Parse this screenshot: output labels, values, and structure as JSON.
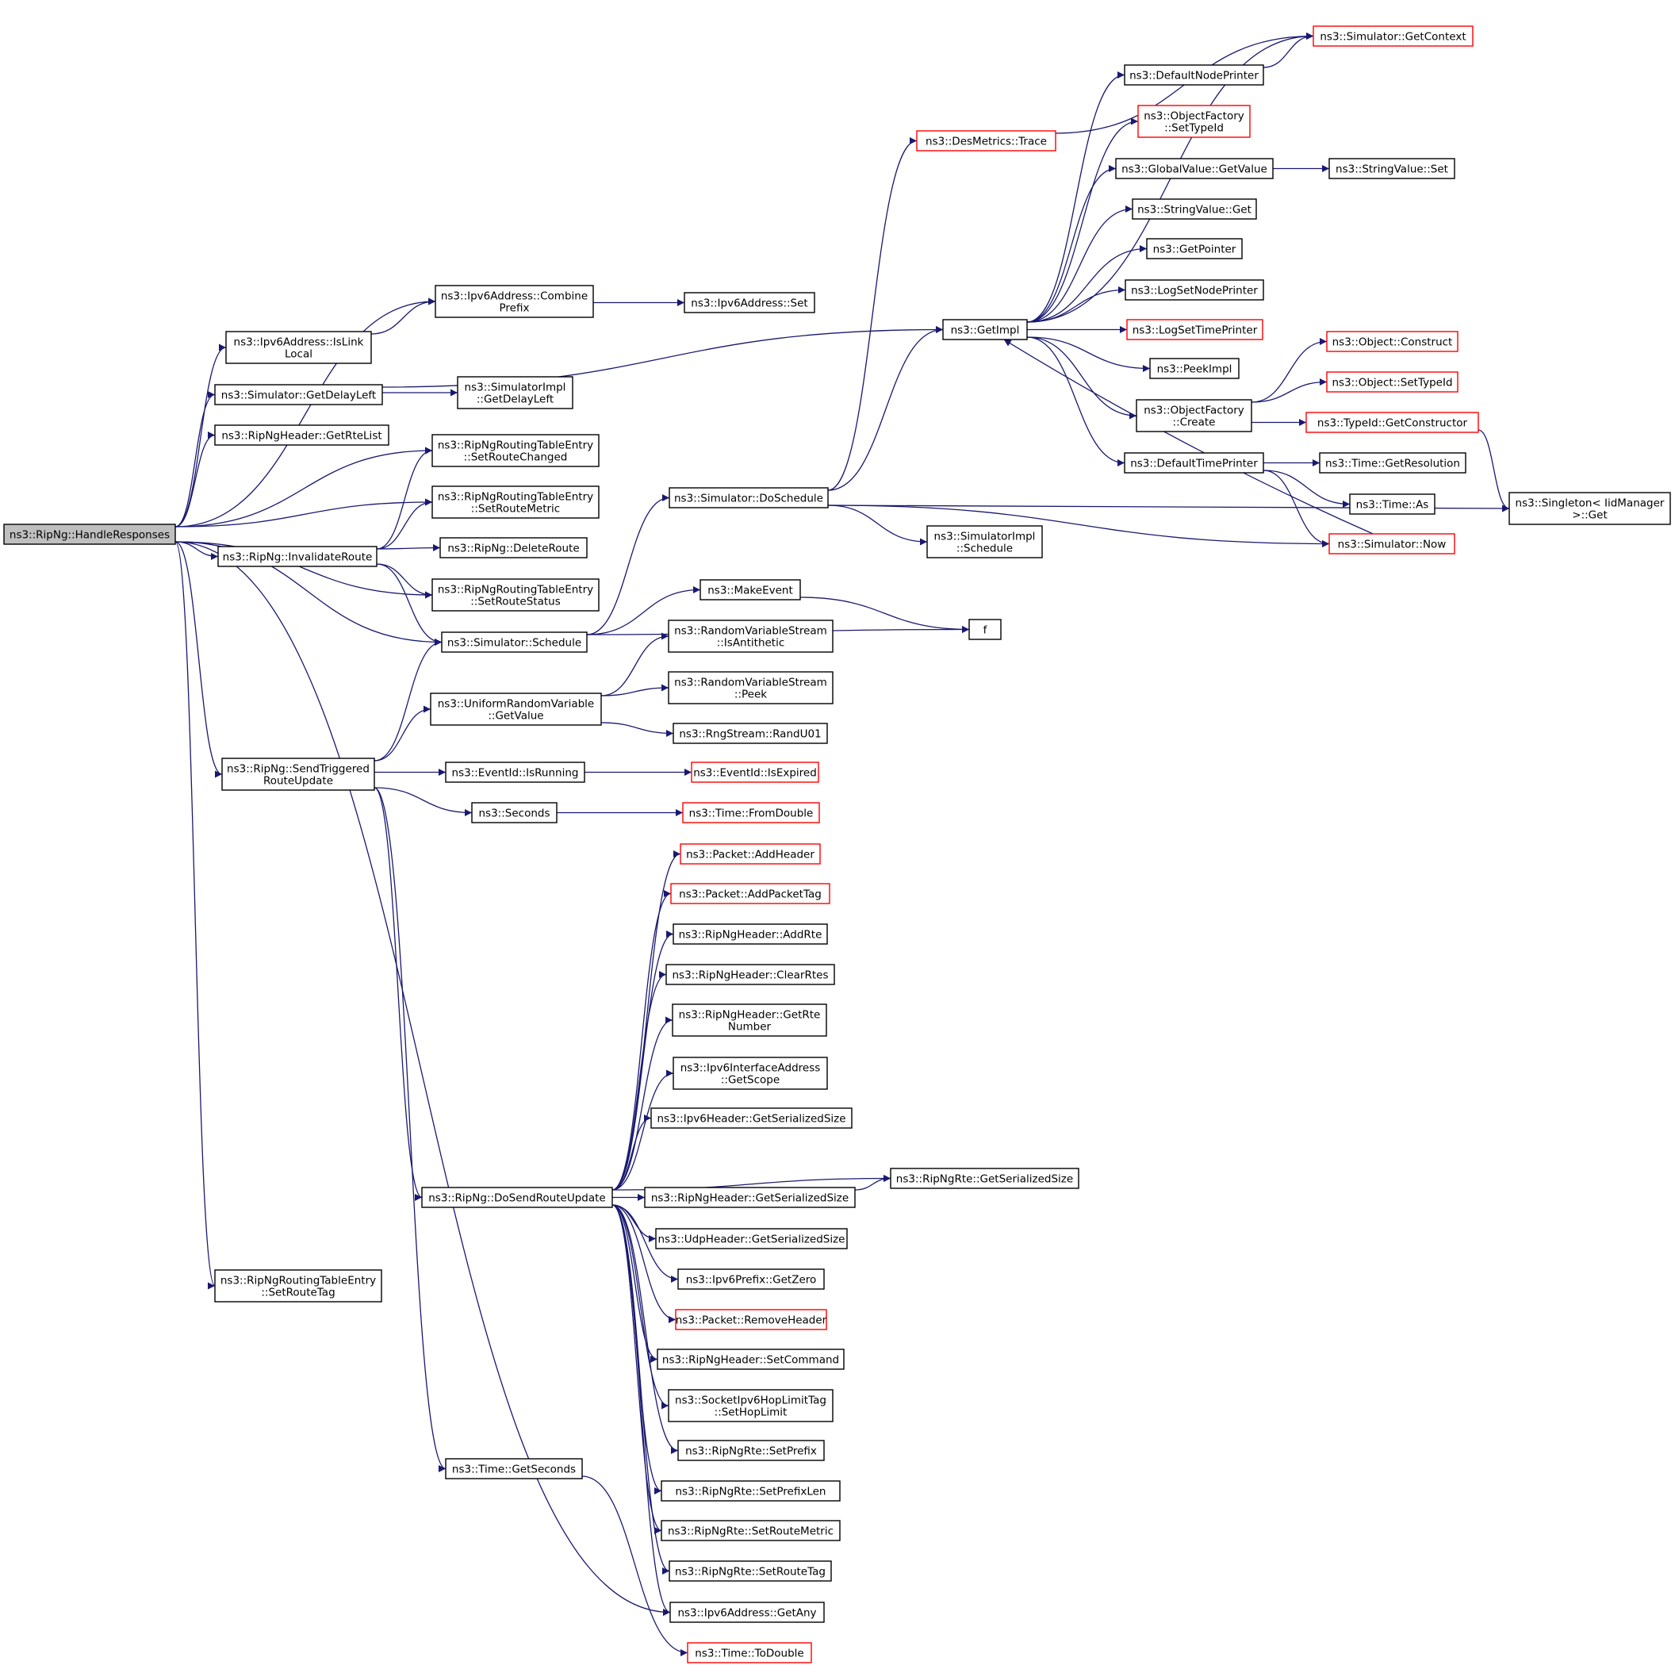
{
  "colors": {
    "edge": "#191970",
    "node_border": "#000000",
    "node_truncated_border": "#ff0000",
    "root_fill": "#bfbfbf",
    "node_fill": "#ffffff"
  },
  "nodes": [
    {
      "id": "root",
      "lines": [
        "ns3::RipNg::HandleResponses"
      ],
      "root": true
    },
    {
      "id": "combine",
      "lines": [
        "ns3::Ipv6Address::Combine",
        "Prefix"
      ]
    },
    {
      "id": "islinklocal",
      "lines": [
        "ns3::Ipv6Address::IsLink",
        "Local"
      ]
    },
    {
      "id": "getdelayleft",
      "lines": [
        "ns3::Simulator::GetDelayLeft"
      ]
    },
    {
      "id": "getrtelist",
      "lines": [
        "ns3::RipNgHeader::GetRteList"
      ]
    },
    {
      "id": "setroutechanged",
      "lines": [
        "ns3::RipNgRoutingTableEntry",
        "::SetRouteChanged"
      ]
    },
    {
      "id": "setroutemetric",
      "lines": [
        "ns3::RipNgRoutingTableEntry",
        "::SetRouteMetric"
      ]
    },
    {
      "id": "invalidateroute",
      "lines": [
        "ns3::RipNg::InvalidateRoute"
      ]
    },
    {
      "id": "deleteroute",
      "lines": [
        "ns3::RipNg::DeleteRoute"
      ]
    },
    {
      "id": "setroutestatus",
      "lines": [
        "ns3::RipNgRoutingTableEntry",
        "::SetRouteStatus"
      ]
    },
    {
      "id": "schedule",
      "lines": [
        "ns3::Simulator::Schedule"
      ]
    },
    {
      "id": "sendtriggered",
      "lines": [
        "ns3::RipNg::SendTriggered",
        "RouteUpdate"
      ]
    },
    {
      "id": "setroutetag_entry",
      "lines": [
        "ns3::RipNgRoutingTableEntry",
        "::SetRouteTag"
      ]
    },
    {
      "id": "ipv6set",
      "lines": [
        "ns3::Ipv6Address::Set"
      ]
    },
    {
      "id": "implgetdelayleft",
      "lines": [
        "ns3::SimulatorImpl",
        "::GetDelayLeft"
      ]
    },
    {
      "id": "getimpl",
      "lines": [
        "ns3::GetImpl"
      ]
    },
    {
      "id": "doschedule",
      "lines": [
        "ns3::Simulator::DoSchedule"
      ]
    },
    {
      "id": "makeevent",
      "lines": [
        "ns3::MakeEvent"
      ]
    },
    {
      "id": "isantithetic",
      "lines": [
        "ns3::RandomVariableStream",
        "::IsAntithetic"
      ]
    },
    {
      "id": "uniformgetvalue",
      "lines": [
        "ns3::UniformRandomVariable",
        "::GetValue"
      ]
    },
    {
      "id": "peek",
      "lines": [
        "ns3::RandomVariableStream",
        "::Peek"
      ]
    },
    {
      "id": "randu01",
      "lines": [
        "ns3::RngStream::RandU01"
      ]
    },
    {
      "id": "isrunning",
      "lines": [
        "ns3::EventId::IsRunning"
      ]
    },
    {
      "id": "isexpired",
      "lines": [
        "ns3::EventId::IsExpired"
      ],
      "truncated": true
    },
    {
      "id": "seconds",
      "lines": [
        "ns3::Seconds"
      ]
    },
    {
      "id": "fromdouble",
      "lines": [
        "ns3::Time::FromDouble"
      ],
      "truncated": true
    },
    {
      "id": "desmetrics",
      "lines": [
        "ns3::DesMetrics::Trace"
      ],
      "truncated": true
    },
    {
      "id": "getcontext",
      "lines": [
        "ns3::Simulator::GetContext"
      ],
      "truncated": true
    },
    {
      "id": "defaultnodeprinter",
      "lines": [
        "ns3::DefaultNodePrinter"
      ]
    },
    {
      "id": "ofsettypeid",
      "lines": [
        "ns3::ObjectFactory",
        "::SetTypeId"
      ],
      "truncated": true
    },
    {
      "id": "globalgetvalue",
      "lines": [
        "ns3::GlobalValue::GetValue"
      ]
    },
    {
      "id": "stringset",
      "lines": [
        "ns3::StringValue::Set"
      ]
    },
    {
      "id": "stringget",
      "lines": [
        "ns3::StringValue::Get"
      ]
    },
    {
      "id": "getpointer",
      "lines": [
        "ns3::GetPointer"
      ]
    },
    {
      "id": "logsetnodeprinter",
      "lines": [
        "ns3::LogSetNodePrinter"
      ]
    },
    {
      "id": "logsettimeprinter",
      "lines": [
        "ns3::LogSetTimePrinter"
      ],
      "truncated": true
    },
    {
      "id": "peekimpl",
      "lines": [
        "ns3::PeekImpl"
      ]
    },
    {
      "id": "ofcreate",
      "lines": [
        "ns3::ObjectFactory",
        "::Create"
      ]
    },
    {
      "id": "objconstruct",
      "lines": [
        "ns3::Object::Construct"
      ],
      "truncated": true
    },
    {
      "id": "objsettypeid",
      "lines": [
        "ns3::Object::SetTypeId"
      ],
      "truncated": true
    },
    {
      "id": "getconstructor",
      "lines": [
        "ns3::TypeId::GetConstructor"
      ],
      "truncated": true
    },
    {
      "id": "defaulttimeprinter",
      "lines": [
        "ns3::DefaultTimePrinter"
      ]
    },
    {
      "id": "getresolution",
      "lines": [
        "ns3::Time::GetResolution"
      ]
    },
    {
      "id": "timeas",
      "lines": [
        "ns3::Time::As"
      ]
    },
    {
      "id": "now",
      "lines": [
        "ns3::Simulator::Now"
      ],
      "truncated": true
    },
    {
      "id": "implschedule",
      "lines": [
        "ns3::SimulatorImpl",
        "::Schedule"
      ]
    },
    {
      "id": "singletonget",
      "lines": [
        "ns3::Singleton< IidManager",
        ">::Get"
      ]
    },
    {
      "id": "f",
      "lines": [
        "f"
      ]
    },
    {
      "id": "addheader",
      "lines": [
        "ns3::Packet::AddHeader"
      ],
      "truncated": true
    },
    {
      "id": "addpackettag",
      "lines": [
        "ns3::Packet::AddPacketTag"
      ],
      "truncated": true
    },
    {
      "id": "addrte",
      "lines": [
        "ns3::RipNgHeader::AddRte"
      ]
    },
    {
      "id": "clearrtes",
      "lines": [
        "ns3::RipNgHeader::ClearRtes"
      ]
    },
    {
      "id": "getrtenumber",
      "lines": [
        "ns3::RipNgHeader::GetRte",
        "Number"
      ]
    },
    {
      "id": "getscope",
      "lines": [
        "ns3::Ipv6InterfaceAddress",
        "::GetScope"
      ]
    },
    {
      "id": "ipv6headersize",
      "lines": [
        "ns3::Ipv6Header::GetSerializedSize"
      ]
    },
    {
      "id": "dosendrouteupdate",
      "lines": [
        "ns3::RipNg::DoSendRouteUpdate"
      ]
    },
    {
      "id": "ripngrtesize",
      "lines": [
        "ns3::RipNgRte::GetSerializedSize"
      ]
    },
    {
      "id": "ripngheadersize",
      "lines": [
        "ns3::RipNgHeader::GetSerializedSize"
      ]
    },
    {
      "id": "udpheadersize",
      "lines": [
        "ns3::UdpHeader::GetSerializedSize"
      ]
    },
    {
      "id": "getzero",
      "lines": [
        "ns3::Ipv6Prefix::GetZero"
      ]
    },
    {
      "id": "removeheader",
      "lines": [
        "ns3::Packet::RemoveHeader"
      ],
      "truncated": true
    },
    {
      "id": "setcommand",
      "lines": [
        "ns3::RipNgHeader::SetCommand"
      ]
    },
    {
      "id": "sethoplimit",
      "lines": [
        "ns3::SocketIpv6HopLimitTag",
        "::SetHopLimit"
      ]
    },
    {
      "id": "setprefix",
      "lines": [
        "ns3::RipNgRte::SetPrefix"
      ]
    },
    {
      "id": "setprefixlen",
      "lines": [
        "ns3::RipNgRte::SetPrefixLen"
      ]
    },
    {
      "id": "rtesetroutemetric",
      "lines": [
        "ns3::RipNgRte::SetRouteMetric"
      ]
    },
    {
      "id": "rtesetroutetag",
      "lines": [
        "ns3::RipNgRte::SetRouteTag"
      ]
    },
    {
      "id": "getany",
      "lines": [
        "ns3::Ipv6Address::GetAny"
      ]
    },
    {
      "id": "getseconds",
      "lines": [
        "ns3::Time::GetSeconds"
      ]
    },
    {
      "id": "todouble",
      "lines": [
        "ns3::Time::ToDouble"
      ],
      "truncated": true
    }
  ],
  "edges": [
    [
      "root",
      "combine"
    ],
    [
      "root",
      "islinklocal"
    ],
    [
      "root",
      "getdelayleft"
    ],
    [
      "root",
      "getrtelist"
    ],
    [
      "root",
      "setroutechanged"
    ],
    [
      "root",
      "setroutemetric"
    ],
    [
      "root",
      "invalidateroute"
    ],
    [
      "root",
      "setroutestatus"
    ],
    [
      "root",
      "schedule"
    ],
    [
      "root",
      "sendtriggered"
    ],
    [
      "root",
      "getany"
    ],
    [
      "root",
      "setroutetag_entry"
    ],
    [
      "islinklocal",
      "combine"
    ],
    [
      "combine",
      "ipv6set"
    ],
    [
      "getdelayleft",
      "implgetdelayleft"
    ],
    [
      "getdelayleft",
      "getimpl"
    ],
    [
      "invalidateroute",
      "setroutechanged"
    ],
    [
      "invalidateroute",
      "setroutemetric"
    ],
    [
      "invalidateroute",
      "deleteroute"
    ],
    [
      "invalidateroute",
      "setroutestatus"
    ],
    [
      "invalidateroute",
      "schedule"
    ],
    [
      "schedule",
      "doschedule"
    ],
    [
      "schedule",
      "makeevent"
    ],
    [
      "schedule",
      "f"
    ],
    [
      "makeevent",
      "f"
    ],
    [
      "doschedule",
      "desmetrics"
    ],
    [
      "doschedule",
      "getimpl"
    ],
    [
      "doschedule",
      "implschedule"
    ],
    [
      "doschedule",
      "now"
    ],
    [
      "doschedule",
      "singletonget"
    ],
    [
      "desmetrics",
      "getcontext"
    ],
    [
      "getimpl",
      "getcontext"
    ],
    [
      "getimpl",
      "defaultnodeprinter"
    ],
    [
      "getimpl",
      "ofsettypeid"
    ],
    [
      "getimpl",
      "globalgetvalue"
    ],
    [
      "getimpl",
      "stringget"
    ],
    [
      "getimpl",
      "getpointer"
    ],
    [
      "getimpl",
      "logsetnodeprinter"
    ],
    [
      "getimpl",
      "logsettimeprinter"
    ],
    [
      "getimpl",
      "peekimpl"
    ],
    [
      "getimpl",
      "ofcreate"
    ],
    [
      "getimpl",
      "defaulttimeprinter"
    ],
    [
      "defaultnodeprinter",
      "getcontext"
    ],
    [
      "globalgetvalue",
      "stringset"
    ],
    [
      "ofcreate",
      "objconstruct"
    ],
    [
      "ofcreate",
      "objsettypeid"
    ],
    [
      "ofcreate",
      "getconstructor"
    ],
    [
      "getconstructor",
      "singletonget"
    ],
    [
      "defaulttimeprinter",
      "getresolution"
    ],
    [
      "defaulttimeprinter",
      "timeas"
    ],
    [
      "defaulttimeprinter",
      "now"
    ],
    [
      "now",
      "getimpl"
    ],
    [
      "sendtriggered",
      "schedule"
    ],
    [
      "sendtriggered",
      "uniformgetvalue"
    ],
    [
      "sendtriggered",
      "isrunning"
    ],
    [
      "sendtriggered",
      "seconds"
    ],
    [
      "sendtriggered",
      "dosendrouteupdate"
    ],
    [
      "sendtriggered",
      "getseconds"
    ],
    [
      "uniformgetvalue",
      "isantithetic"
    ],
    [
      "uniformgetvalue",
      "peek"
    ],
    [
      "uniformgetvalue",
      "randu01"
    ],
    [
      "isrunning",
      "isexpired"
    ],
    [
      "seconds",
      "fromdouble"
    ],
    [
      "getseconds",
      "todouble"
    ],
    [
      "dosendrouteupdate",
      "addheader"
    ],
    [
      "dosendrouteupdate",
      "addpackettag"
    ],
    [
      "dosendrouteupdate",
      "addrte"
    ],
    [
      "dosendrouteupdate",
      "clearrtes"
    ],
    [
      "dosendrouteupdate",
      "getrtenumber"
    ],
    [
      "dosendrouteupdate",
      "getscope"
    ],
    [
      "dosendrouteupdate",
      "ipv6headersize"
    ],
    [
      "dosendrouteupdate",
      "ripngrtesize"
    ],
    [
      "dosendrouteupdate",
      "ripngheadersize"
    ],
    [
      "dosendrouteupdate",
      "udpheadersize"
    ],
    [
      "dosendrouteupdate",
      "getzero"
    ],
    [
      "dosendrouteupdate",
      "removeheader"
    ],
    [
      "dosendrouteupdate",
      "setcommand"
    ],
    [
      "dosendrouteupdate",
      "sethoplimit"
    ],
    [
      "dosendrouteupdate",
      "setprefix"
    ],
    [
      "dosendrouteupdate",
      "setprefixlen"
    ],
    [
      "dosendrouteupdate",
      "rtesetroutemetric"
    ],
    [
      "dosendrouteupdate",
      "rtesetroutetag"
    ],
    [
      "dosendrouteupdate",
      "getany"
    ],
    [
      "ripngheadersize",
      "ripngrtesize"
    ]
  ]
}
